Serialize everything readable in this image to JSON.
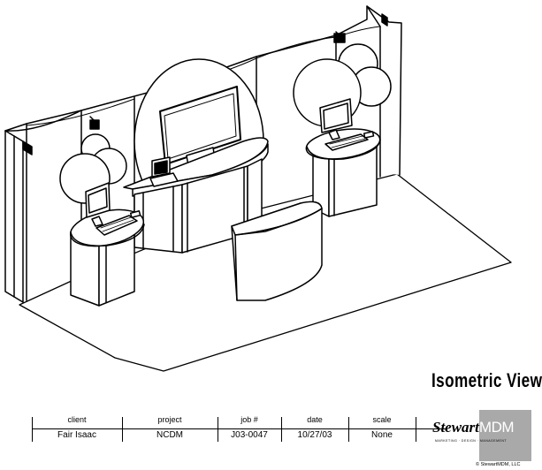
{
  "view_title": "Isometric View",
  "title_block": {
    "fields": [
      {
        "label": "client",
        "value": "Fair Isaac"
      },
      {
        "label": "project",
        "value": "NCDM"
      },
      {
        "label": "job #",
        "value": "J03-0047"
      },
      {
        "label": "date",
        "value": "10/27/03"
      },
      {
        "label": "scale",
        "value": "None"
      }
    ],
    "logo": {
      "word1": "Stewart",
      "word2": "MDM",
      "tagline": "MARKETING · DESIGN · MANAGEMENT",
      "copyright": "© StewartMDM, LLC",
      "box_color": "#a9a9a9"
    }
  }
}
